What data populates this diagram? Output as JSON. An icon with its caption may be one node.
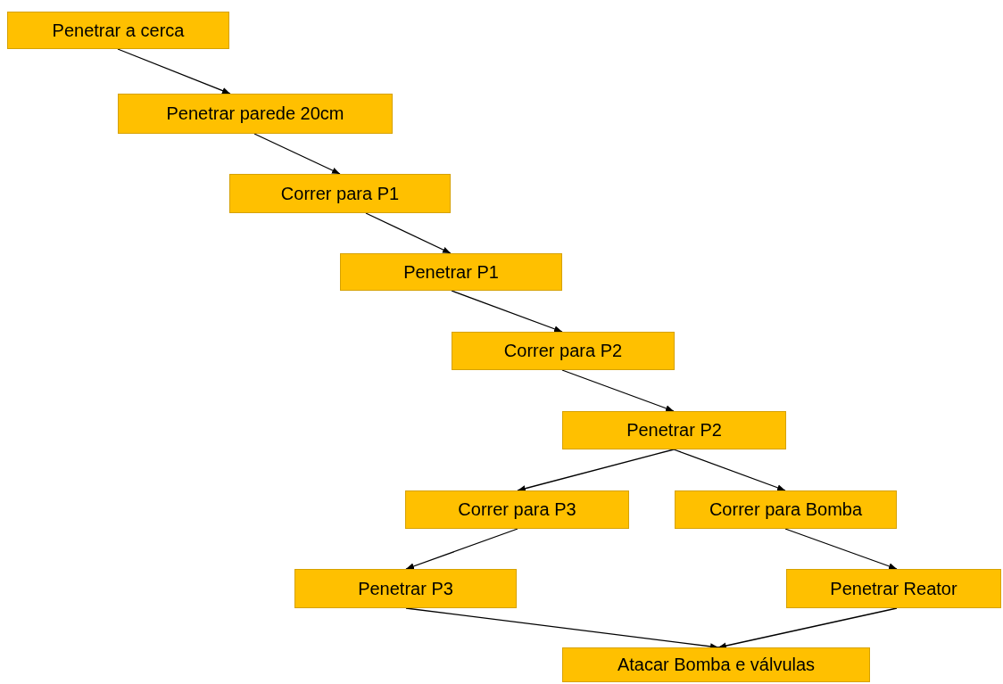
{
  "diagram": {
    "nodes": [
      {
        "text": [
          "Penetrar a cerca"
        ]
      },
      {
        "text": [
          "Penetrar parede 20cm"
        ]
      },
      {
        "text": [
          "Correr para P1"
        ]
      },
      {
        "text": [
          "Penetrar P1"
        ]
      },
      {
        "text": [
          "Correr para P2"
        ]
      },
      {
        "text": [
          "Penetrar P2"
        ]
      },
      {
        "text": [
          "Correr para P3"
        ]
      },
      {
        "text": [
          "Correr para Bomba"
        ]
      },
      {
        "text": [
          "Penetrar P3"
        ]
      },
      {
        "text": [
          "Penetrar Reator"
        ]
      },
      {
        "text": [
          "Atacar Bomba e válvulas"
        ]
      }
    ],
    "edges": [
      {
        "from": 0,
        "to": 1,
        "arrow": "to"
      },
      {
        "from": 1,
        "to": 2,
        "arrow": "to"
      },
      {
        "from": 2,
        "to": 3,
        "arrow": "to"
      },
      {
        "from": 3,
        "to": 4,
        "arrow": "to"
      },
      {
        "from": 4,
        "to": 5,
        "arrow": "to"
      },
      {
        "from": 5,
        "to": 6,
        "arrow": "to"
      },
      {
        "from": 5,
        "to": 7,
        "arrow": "to"
      },
      {
        "from": 6,
        "to": 8,
        "arrow": "to"
      },
      {
        "from": 7,
        "to": 9,
        "arrow": "to"
      },
      {
        "from": 8,
        "to": 10,
        "arrow": "to"
      },
      {
        "from": 9,
        "to": 10,
        "arrow": "to"
      }
    ]
  }
}
